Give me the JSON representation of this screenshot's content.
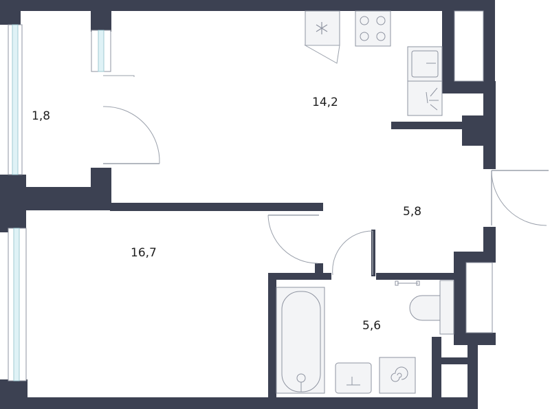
{
  "rooms": [
    {
      "id": "balcony",
      "area": "1,8"
    },
    {
      "id": "kitchen-living",
      "area": "14,2"
    },
    {
      "id": "hallway",
      "area": "5,8"
    },
    {
      "id": "bedroom",
      "area": "16,7"
    },
    {
      "id": "bathroom",
      "area": "5,6"
    }
  ],
  "colors": {
    "wall": "#3c4152",
    "fixture_stroke": "#8e93a0",
    "window_glass": "#dff2f6",
    "label": "#1e1e1e"
  },
  "icons": [
    "snowflake-icon",
    "stove-burner-icon",
    "spiral-icon"
  ]
}
